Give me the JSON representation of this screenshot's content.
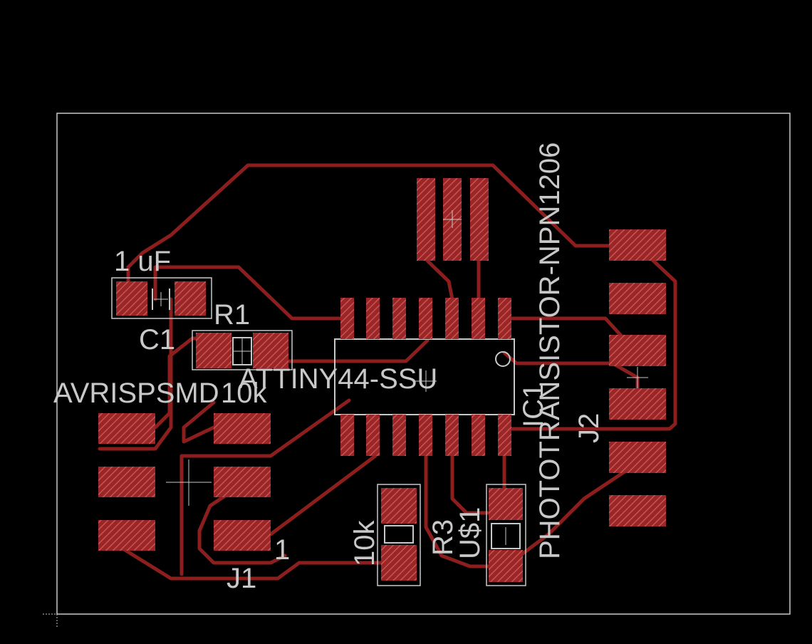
{
  "board": {
    "labels": {
      "c1_value": "1 uF",
      "c1_name": "C1",
      "r1_name": "R1",
      "r1_value": "10k",
      "ic1_value": "ATTINY44-SSU",
      "ic1_name": "IC1",
      "j1_value": "AVRISPSMD",
      "j1_name": "J1",
      "j1_pin1": "1",
      "j2_name": "J2",
      "r3_value": "10k",
      "r3_name": "R3",
      "u_name": "U$1",
      "u_value": "PHOTOTRANSISTOR-NPN1206"
    }
  },
  "colors": {
    "background": "#000000",
    "trace": "#8c1e1e",
    "pad": "#b42d2d",
    "silkscreen": "#c8c8c8"
  }
}
